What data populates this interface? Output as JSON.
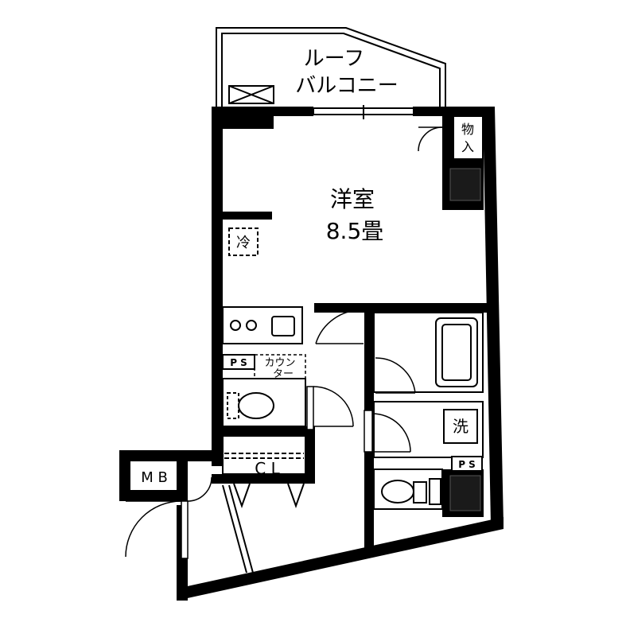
{
  "floor_plan": {
    "roof_balcony_label_line1": "ルーフ",
    "roof_balcony_label_line2": "バルコニー",
    "storage_label_line1": "物",
    "storage_label_line2": "入",
    "main_room_label": "洋室",
    "main_room_size": "8.5畳",
    "aircon_label": "冷",
    "ps_label": "P S",
    "counter_label_line1": "カウン",
    "counter_label_line2": "ター",
    "closet_label": "C L",
    "meter_box_label": "M B",
    "washer_label": "洗"
  }
}
